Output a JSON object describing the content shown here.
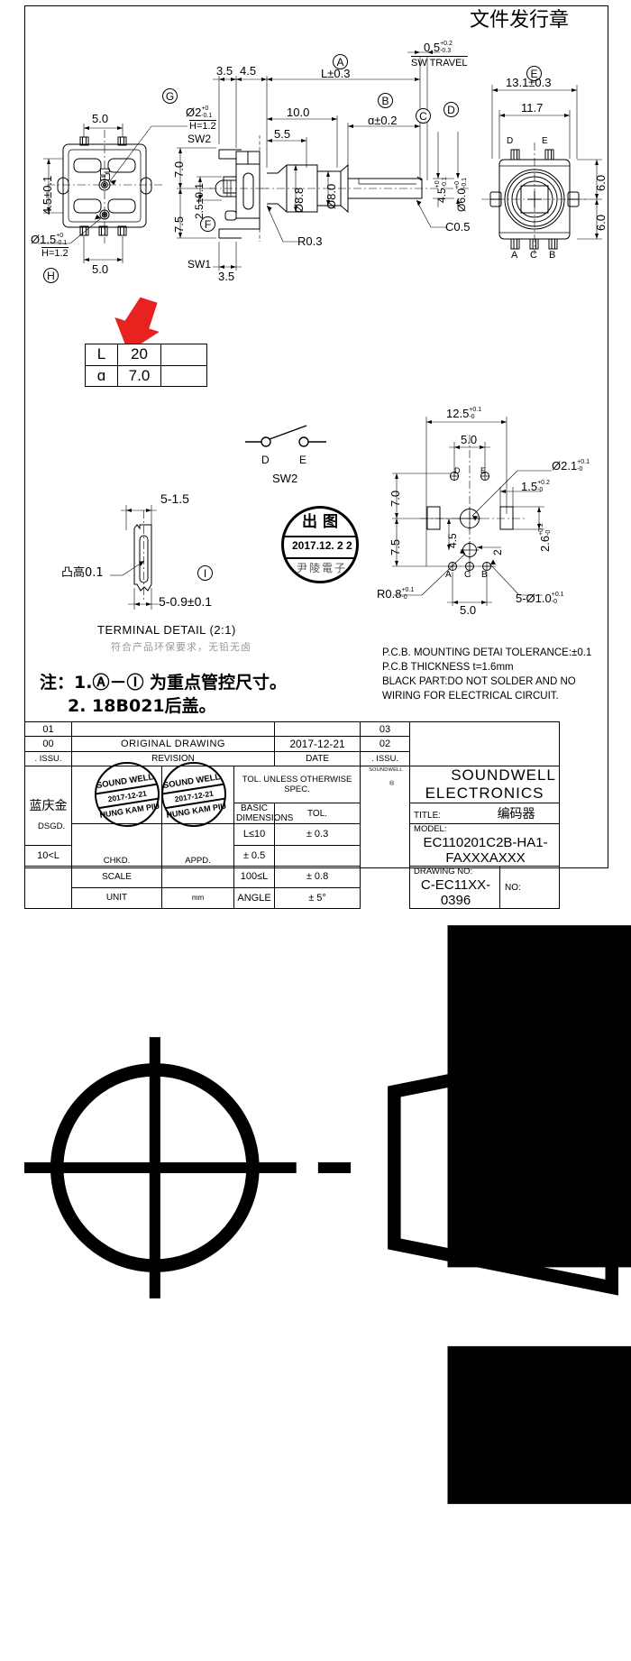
{
  "header": {
    "doc_issue_stamp_cn": "文件发行章"
  },
  "views": {
    "G": {
      "label": "G",
      "dims": [
        "5.0",
        "5.0",
        "4.5±0.1"
      ],
      "callout_dia": "Ø2",
      "callout_tol_up": "+0",
      "callout_tol_dn": "-0.1",
      "callout_h": "H=1.2"
    },
    "H": {
      "label": "H",
      "callout_dia": "Ø1.5",
      "callout_tol_up": "+0",
      "callout_tol_dn": "-0.1",
      "callout_h": "H=1.2"
    },
    "F": {
      "label": "F",
      "sw1": "SW1",
      "sw2": "SW2",
      "dims": [
        "7.0",
        "7.5",
        "2.5±0.1",
        "3.5",
        "3.5",
        "4.5"
      ]
    },
    "A": {
      "label": "A",
      "dim": "L±0.3"
    },
    "B": {
      "label": "B",
      "dim": "ɑ±0.2"
    },
    "C": {
      "label": "C",
      "dim": "4.5",
      "tol_up": "+0",
      "tol_dn": "-0.1"
    },
    "D": {
      "label": "D",
      "dim": "Ø6.0",
      "tol_up": "+0",
      "tol_dn": "-0.1"
    },
    "E": {
      "label": "E",
      "dims": [
        "13.1±0.3",
        "11.7",
        "6.0",
        "6.0"
      ],
      "pins_top": [
        "D",
        "E"
      ],
      "pins_bottom": [
        "A",
        "C",
        "B"
      ]
    },
    "I": {
      "label": "I"
    },
    "shaft": {
      "d1": "Ø8.8",
      "d2": "Ø8.0",
      "len1": "10.0",
      "len2": "5.5",
      "radius": "R0.3",
      "chamfer": "C0.5"
    },
    "sw_travel": {
      "value": "0.5",
      "tol_up": "+0.2",
      "tol_dn": "-0.3",
      "label": "SW TRAVEL"
    }
  },
  "l_alpha_table": {
    "rows": [
      {
        "sym": "L",
        "val": "20",
        "extra": ""
      },
      {
        "sym": "ɑ",
        "val": "7.0",
        "extra": ""
      }
    ]
  },
  "sw2_schematic": {
    "title": "SW2",
    "terminals": [
      "D",
      "E"
    ]
  },
  "terminal_detail": {
    "title": "TERMINAL DETAIL (2:1)",
    "subtitle_cn": "符合产品环保要求，无铅无卤",
    "dim_top": "5-1.5",
    "dim_bottom": "5-0.9±0.1",
    "note_cn": "凸高0.1"
  },
  "release_stamp": {
    "title_cn": "出图",
    "date": "2017.12. 2 2",
    "company_cn": "尹陵電子"
  },
  "pcb_detail": {
    "dims": {
      "width": "12.5",
      "width_tol_up": "+0.1",
      "width_tol_dn": "-0",
      "pitch_top": "5.0",
      "pitch_bottom": "5.0",
      "height_upper": "7.0",
      "height_lower": "7.5",
      "mid_a": "4.5",
      "mid_b": "2",
      "slot_w": "1.5",
      "slot_w_tol_up": "+0.2",
      "slot_w_tol_dn": "-0",
      "slot_h": "2.6",
      "slot_h_tol_up": "+0.2",
      "slot_h_tol_dn": "-0",
      "big_hole": "Ø2.1",
      "big_hole_tol_up": "+0.1",
      "big_hole_tol_dn": "-0",
      "corner_r": "R0.8",
      "corner_r_tol_up": "+0.1",
      "corner_r_tol_dn": "-0",
      "pin_holes": "5-Ø1.0",
      "pin_holes_tol_up": "+0.1",
      "pin_holes_tol_dn": "-0"
    },
    "pins_top": [
      "D",
      "E"
    ],
    "pins_bottom": [
      "A",
      "C",
      "B"
    ]
  },
  "notes_cn": [
    "注：1.Ⓐ－Ⓘ 为重点管控尺寸。",
    "2. 18B021后盖。"
  ],
  "notes_en": [
    "P.C.B. MOUNTING DETAI TOLERANCE:±0.1",
    "P.C.B THICKNESS t=1.6mm",
    "BLACK PART:DO NOT SOLDER AND NO",
    "WIRING FOR ELECTRICAL CIRCUIT."
  ],
  "title_block": {
    "rev_rows": [
      {
        "issu": "01",
        "revision": "",
        "date": "",
        "issu2": "03"
      },
      {
        "issu": "00",
        "revision": "ORIGINAL  DRAWING",
        "date": "2017-12-21",
        "issu2": "02"
      }
    ],
    "rev_header": {
      "issu": ". ISSU.",
      "revision": "REVISION",
      "date": "DATE",
      "issu2": ". ISSU."
    },
    "signer_cn": "蓝庆金",
    "sign_labels": {
      "dsgd": "DSGD.",
      "chkd": "CHKD.",
      "appd": "APPD."
    },
    "scale_label": "SCALE",
    "scale_value": "",
    "unit_label": "UNIT",
    "unit_value": "mm",
    "tol_header": "TOL. UNLESS  OTHERWISE  SPEC.",
    "tol_col1": "BASIC DIMENSIONS",
    "tol_col2": "TOL.",
    "tol_rows": [
      {
        "range": "L≤10",
        "tol": "± 0.3"
      },
      {
        "range": "10<L",
        "tol": "± 0.5"
      },
      {
        "range": "100≤L",
        "tol": "± 0.8"
      },
      {
        "range": "ANGLE",
        "tol": "± 5°"
      }
    ],
    "company": "SOUNDWELL ELECTRONICS",
    "brand_mark": "SOUNDWELL",
    "title_label": "TITLE:",
    "title_value_cn": "编码器",
    "model_label": "MODEL:",
    "model_value": "EC110201C2B-HA1-FAXXXAXXX",
    "drawing_no_label": "DRAWING NO:",
    "drawing_no_value": "C-EC11XX-0396",
    "no_label": "NO:"
  },
  "approval_stamps": [
    {
      "line1": "SOUND WELL",
      "line2": "2017-12-21",
      "line3": "HUNG KAM PIU"
    },
    {
      "line1": "SOUND WELL",
      "line2": "2017-12-21",
      "line3": "HUNG KAM PIU"
    }
  ],
  "colors": {
    "ink": "#000000",
    "arrow": "#e8231f",
    "paper": "#ffffff"
  }
}
